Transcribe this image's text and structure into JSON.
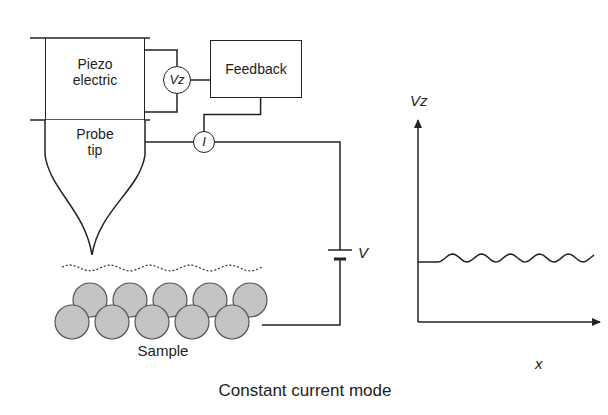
{
  "diagram": {
    "caption": "Constant current mode",
    "nodes": [
      {
        "text": [
          "Piezo electric"
        ]
      },
      {
        "text": [
          "Probe tip"
        ]
      },
      {
        "text": [
          "Vz"
        ]
      },
      {
        "text": [
          "Feedback"
        ]
      },
      {
        "text": [
          "I"
        ]
      }
    ],
    "edges": [
      {
        "from": 0,
        "to": 2,
        "arrow": "none"
      },
      {
        "from": 2,
        "to": 3,
        "arrow": "none"
      },
      {
        "from": 3,
        "to": 4,
        "arrow": "none"
      },
      {
        "from": 1,
        "to": 4,
        "arrow": "none"
      }
    ],
    "labels": [
      "V",
      "Sample",
      "Vz",
      "x"
    ]
  }
}
